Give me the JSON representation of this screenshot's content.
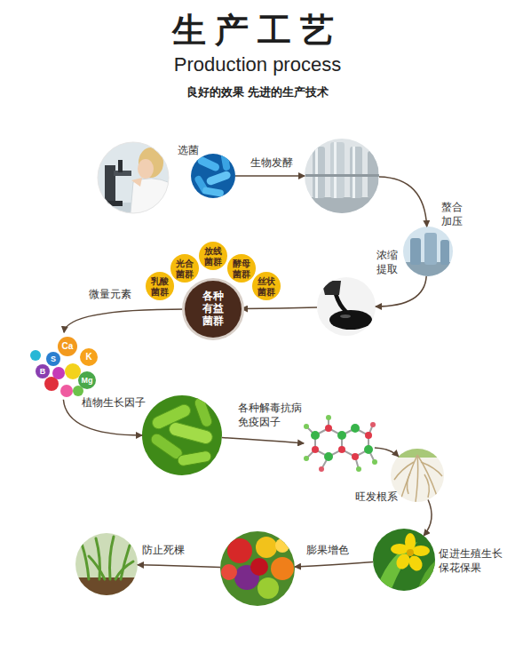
{
  "diagram": {
    "title": "生产工艺",
    "nodes": [
      {
        "text": [
          "选菌"
        ]
      },
      {
        "text": [
          "生物发酵"
        ]
      },
      {
        "text": [
          "螯合加压"
        ]
      },
      {
        "text": [
          "浓缩提取"
        ]
      },
      {
        "text": [
          "各种有益菌群"
        ]
      },
      {
        "text": [
          "光合菌群"
        ]
      },
      {
        "text": [
          "放线菌群"
        ]
      },
      {
        "text": [
          "酵母菌群"
        ]
      },
      {
        "text": [
          "乳酸菌群"
        ]
      },
      {
        "text": [
          "丝状菌群"
        ]
      },
      {
        "text": [
          "微量元素"
        ]
      },
      {
        "text": [
          "植物生长因子"
        ]
      },
      {
        "text": [
          "各种解毒抗病免疫因子"
        ]
      },
      {
        "text": [
          "旺发根系"
        ]
      },
      {
        "text": [
          "促进生殖生长保花保果"
        ]
      },
      {
        "text": [
          "膨果增色"
        ]
      },
      {
        "text": [
          "防止死棵"
        ]
      }
    ],
    "edges": [
      {
        "from": 0,
        "to": 1,
        "arrow": "to"
      },
      {
        "from": 1,
        "to": 2,
        "arrow": "to"
      },
      {
        "from": 2,
        "to": 3,
        "arrow": "to"
      },
      {
        "from": 3,
        "to": 4,
        "arrow": "to"
      },
      {
        "from": 4,
        "to": 10,
        "arrow": "to"
      },
      {
        "from": 10,
        "to": 11,
        "arrow": "to"
      },
      {
        "from": 11,
        "to": 12,
        "arrow": "to"
      },
      {
        "from": 12,
        "to": 13,
        "arrow": "to"
      },
      {
        "from": 13,
        "to": 14,
        "arrow": "to"
      },
      {
        "from": 14,
        "to": 15,
        "arrow": "to"
      },
      {
        "from": 15,
        "to": 16,
        "arrow": "to"
      }
    ],
    "labels": [
      "Production process",
      "良好的效果 先进的生产技术",
      "Ca",
      "K",
      "Mg",
      "S",
      "B"
    ]
  }
}
